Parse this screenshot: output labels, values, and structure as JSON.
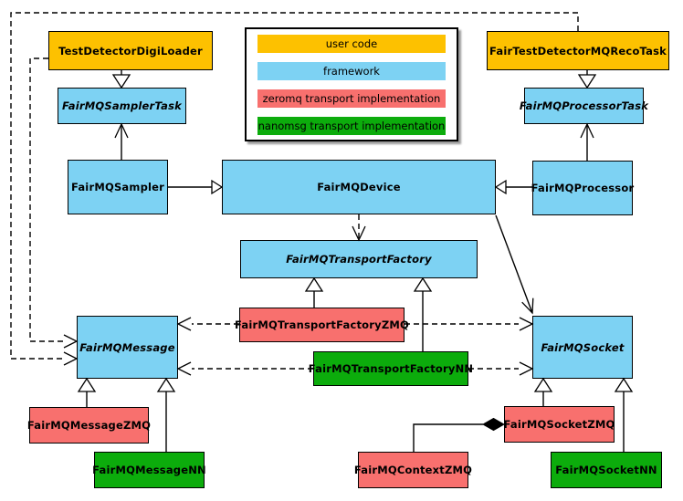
{
  "colors": {
    "user_code": "#FDC100",
    "framework": "#7DD2F3",
    "zeromq": "#F8706E",
    "nanomsg": "#0CAC0C",
    "line": "#000000",
    "background": "#FFFFFF"
  },
  "legend": {
    "items": [
      {
        "label": "user code",
        "category": "user_code"
      },
      {
        "label": "framework",
        "category": "framework"
      },
      {
        "label": "zeromq transport implementation",
        "category": "zeromq"
      },
      {
        "label": "nanomsg transport implementation",
        "category": "nanomsg"
      }
    ]
  },
  "nodes": {
    "testDetectorDigiLoader": {
      "label": "TestDetectorDigiLoader",
      "category": "user_code",
      "abstract": false
    },
    "fairTestDetectorMQRecoTask": {
      "label": "FairTestDetectorMQRecoTask",
      "category": "user_code",
      "abstract": false
    },
    "fairMQSamplerTask": {
      "label": "FairMQSamplerTask",
      "category": "framework",
      "abstract": true
    },
    "fairMQProcessorTask": {
      "label": "FairMQProcessorTask",
      "category": "framework",
      "abstract": true
    },
    "fairMQSampler": {
      "label": "FairMQSampler",
      "category": "framework",
      "abstract": false
    },
    "fairMQDevice": {
      "label": "FairMQDevice",
      "category": "framework",
      "abstract": false
    },
    "fairMQProcessor": {
      "label": "FairMQProcessor",
      "category": "framework",
      "abstract": false
    },
    "fairMQTransportFactory": {
      "label": "FairMQTransportFactory",
      "category": "framework",
      "abstract": true
    },
    "fairMQTransportFactoryZMQ": {
      "label": "FairMQTransportFactoryZMQ",
      "category": "zeromq",
      "abstract": false
    },
    "fairMQTransportFactoryNN": {
      "label": "FairMQTransportFactoryNN",
      "category": "nanomsg",
      "abstract": false
    },
    "fairMQMessage": {
      "label": "FairMQMessage",
      "category": "framework",
      "abstract": true
    },
    "fairMQSocket": {
      "label": "FairMQSocket",
      "category": "framework",
      "abstract": true
    },
    "fairMQMessageZMQ": {
      "label": "FairMQMessageZMQ",
      "category": "zeromq",
      "abstract": false
    },
    "fairMQMessageNN": {
      "label": "FairMQMessageNN",
      "category": "nanomsg",
      "abstract": false
    },
    "fairMQSocketZMQ": {
      "label": "FairMQSocketZMQ",
      "category": "zeromq",
      "abstract": false
    },
    "fairMQSocketNN": {
      "label": "FairMQSocketNN",
      "category": "nanomsg",
      "abstract": false
    },
    "fairMQContextZMQ": {
      "label": "FairMQContextZMQ",
      "category": "zeromq",
      "abstract": false
    }
  },
  "edges": [
    {
      "from": "TestDetectorDigiLoader",
      "to": "FairMQSamplerTask",
      "type": "inheritance"
    },
    {
      "from": "FairTestDetectorMQRecoTask",
      "to": "FairMQProcessorTask",
      "type": "inheritance"
    },
    {
      "from": "FairMQSampler",
      "to": "FairMQSamplerTask",
      "type": "association"
    },
    {
      "from": "FairMQProcessor",
      "to": "FairMQProcessorTask",
      "type": "association"
    },
    {
      "from": "FairMQSampler",
      "to": "FairMQDevice",
      "type": "inheritance"
    },
    {
      "from": "FairMQProcessor",
      "to": "FairMQDevice",
      "type": "inheritance"
    },
    {
      "from": "FairMQDevice",
      "to": "FairMQTransportFactory",
      "type": "dependency"
    },
    {
      "from": "FairMQDevice",
      "to": "FairMQSocket",
      "type": "association"
    },
    {
      "from": "FairMQTransportFactoryZMQ",
      "to": "FairMQTransportFactory",
      "type": "inheritance"
    },
    {
      "from": "FairMQTransportFactoryNN",
      "to": "FairMQTransportFactory",
      "type": "inheritance"
    },
    {
      "from": "FairMQTransportFactoryZMQ",
      "to": "FairMQMessage",
      "type": "dependency"
    },
    {
      "from": "FairMQTransportFactoryZMQ",
      "to": "FairMQSocket",
      "type": "dependency"
    },
    {
      "from": "FairMQTransportFactoryNN",
      "to": "FairMQMessage",
      "type": "dependency"
    },
    {
      "from": "FairMQTransportFactoryNN",
      "to": "FairMQSocket",
      "type": "dependency"
    },
    {
      "from": "TestDetectorDigiLoader",
      "to": "FairMQMessage",
      "type": "dependency"
    },
    {
      "from": "FairTestDetectorMQRecoTask",
      "to": "FairMQMessage",
      "type": "dependency"
    },
    {
      "from": "FairMQMessageZMQ",
      "to": "FairMQMessage",
      "type": "inheritance"
    },
    {
      "from": "FairMQMessageNN",
      "to": "FairMQMessage",
      "type": "inheritance"
    },
    {
      "from": "FairMQSocketZMQ",
      "to": "FairMQSocket",
      "type": "inheritance"
    },
    {
      "from": "FairMQSocketNN",
      "to": "FairMQSocket",
      "type": "inheritance"
    },
    {
      "from": "FairMQContextZMQ",
      "to": "FairMQSocketZMQ",
      "type": "composition"
    }
  ]
}
